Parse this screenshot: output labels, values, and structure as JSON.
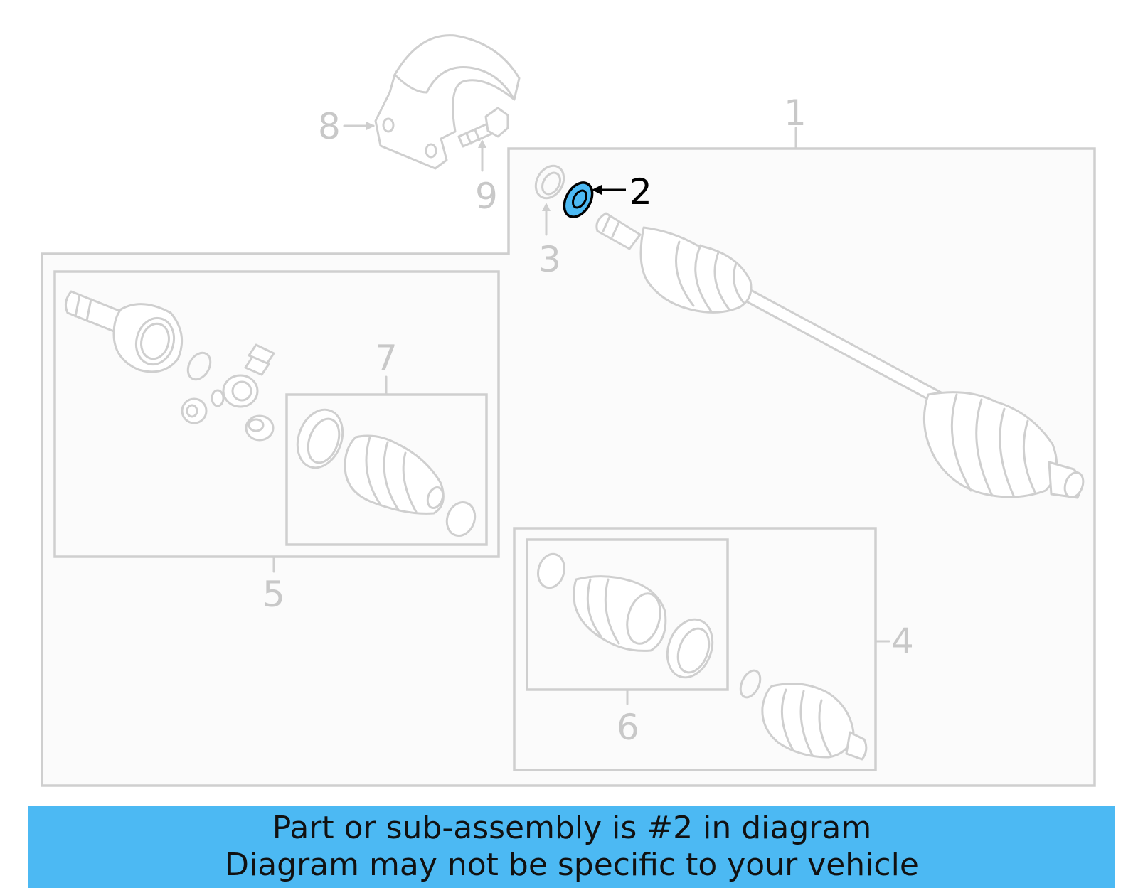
{
  "diagram": {
    "callouts": {
      "c1": "1",
      "c2": "2",
      "c3": "3",
      "c4": "4",
      "c5": "5",
      "c6": "6",
      "c7": "7",
      "c8": "8",
      "c9": "9"
    },
    "highlighted_part": "2",
    "highlight_color": "#4cb9f3"
  },
  "banner": {
    "line1": "Part or sub-assembly is #2 in diagram",
    "line2": "Diagram may not be specific to your vehicle",
    "background": "#4cb9f3"
  }
}
